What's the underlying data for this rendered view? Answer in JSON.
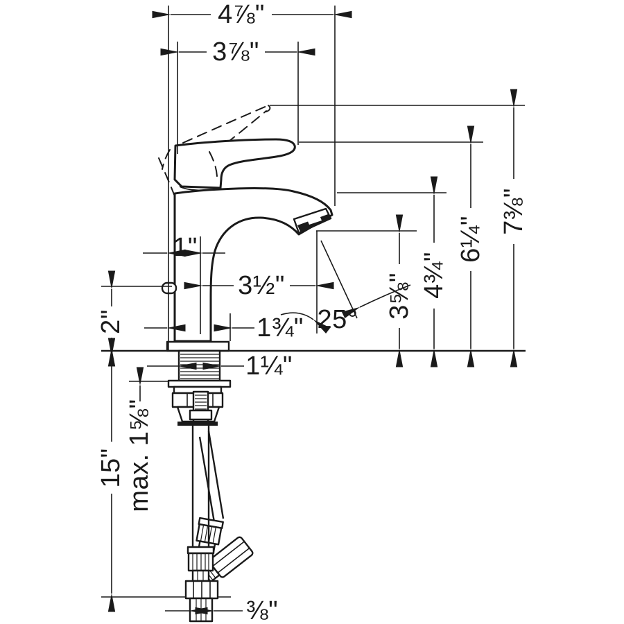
{
  "colors": {
    "line": "#1a1a1a",
    "background": "#ffffff"
  },
  "drawing": {
    "type": "technical-dimension-drawing",
    "subject": "single-hole single-handle lavatory faucet, side elevation with supply hoses",
    "units": "inches",
    "labels": {
      "overall_depth": "4⅞\"",
      "handle_depth": "3⅞\"",
      "overall_height": "7⅜\"",
      "handle_height": "6¼\"",
      "spout_top_height": "4¾\"",
      "outlet_height": "3⅝\"",
      "body_offset": "1\"",
      "spout_reach": "3½\"",
      "base_depth": "1¾\"",
      "outlet_angle": "25°",
      "shank_diameter": "1¼\"",
      "deck_clearance": "2\"",
      "max_mounting_thickness": "max. 1⅝\"",
      "hose_length": "15\"",
      "hose_connection": "⅜\""
    }
  }
}
